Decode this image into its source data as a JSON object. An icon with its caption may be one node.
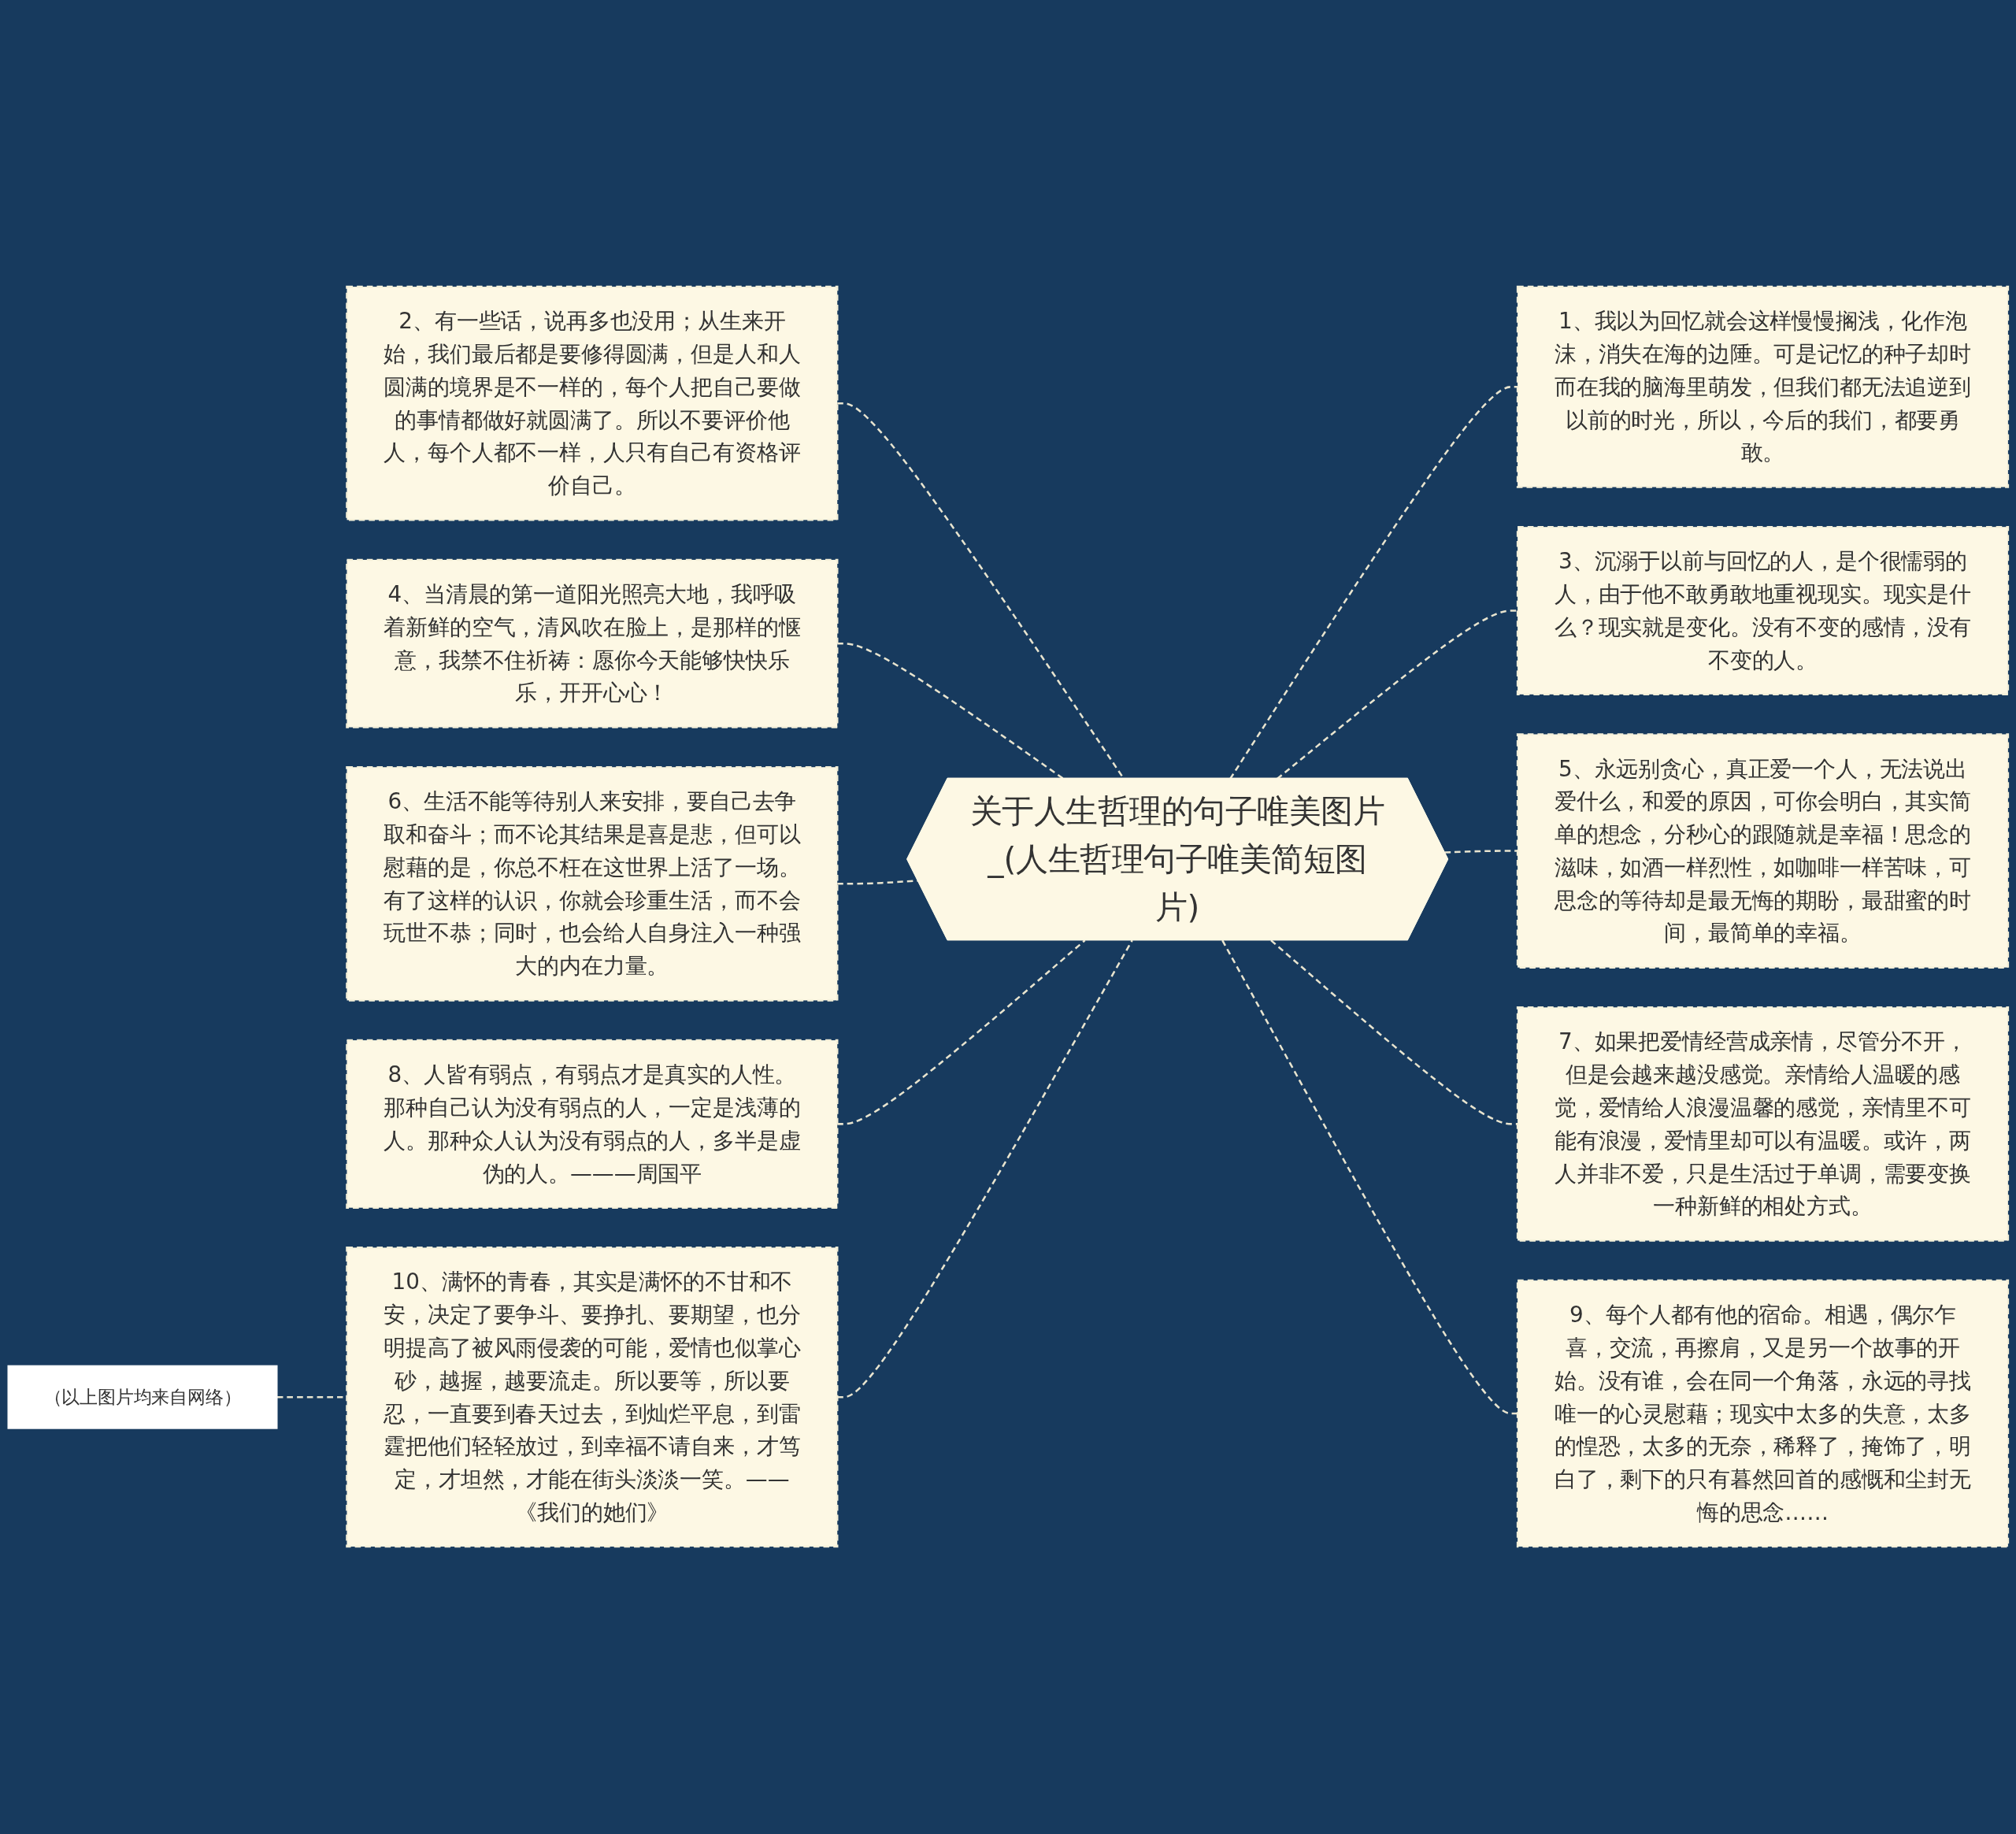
{
  "diagram": {
    "nodes": [
      {
        "text": [
          "关于人生哲理的句子唯美图片_(人生哲理句子唯美简短图片)"
        ]
      },
      {
        "text": [
          "1、我以为回忆就会这样慢慢搁浅，化作泡沫，消失在海的边陲。可是记忆的种子却时而在我的脑海里萌发，但我们都无法追逆到以前的时光，所以，今后的我们，都要勇敢。"
        ]
      },
      {
        "text": [
          "2、有一些话，说再多也没用；从生来开始，我们最后都是要修得圆满，但是人和人圆满的境界是不一样的，每个人把自己要做的事情都做好就圆满了。所以不要评价他人，每个人都不一样，人只有自己有资格评价自己。"
        ]
      },
      {
        "text": [
          "3、沉溺于以前与回忆的人，是个很懦弱的人，由于他不敢勇敢地重视现实。现实是什么？现实就是变化。没有不变的感情，没有不变的人。"
        ]
      },
      {
        "text": [
          "4、当清晨的第一道阳光照亮大地，我呼吸着新鲜的空气，清风吹在脸上，是那样的惬意，我禁不住祈祷：愿你今天能够快快乐乐，开开心心！"
        ]
      },
      {
        "text": [
          "5、永远别贪心，真正爱一个人，无法说出爱什么，和爱的原因，可你会明白，其实简单的想念，分秒心的跟随就是幸福！思念的滋味，如酒一样烈性，如咖啡一样苦味，可思念的等待却是最无悔的期盼，最甜蜜的时间，最简单的幸福。"
        ]
      },
      {
        "text": [
          "6、生活不能等待别人来安排，要自己去争取和奋斗；而不论其结果是喜是悲，但可以慰藉的是，你总不枉在这世界上活了一场。有了这样的认识，你就会珍重生活，而不会玩世不恭；同时，也会给人自身注入一种强大的内在力量。"
        ]
      },
      {
        "text": [
          "7、如果把爱情经营成亲情，尽管分不开，但是会越来越没感觉。亲情给人温暖的感觉，爱情给人浪漫温馨的感觉，亲情里不可能有浪漫，爱情里却可以有温暖。或许，两人并非不爱，只是生活过于单调，需要变换一种新鲜的相处方式。"
        ]
      },
      {
        "text": [
          "8、人皆有弱点，有弱点才是真实的人性。那种自己认为没有弱点的人，一定是浅薄的人。那种众人认为没有弱点的人，多半是虚伪的人。———周国平"
        ]
      },
      {
        "text": [
          "9、每个人都有他的宿命。相遇，偶尔乍喜，交流，再擦肩，又是另一个故事的开始。没有谁，会在同一个角落，永远的寻找唯一的心灵慰藉；现实中太多的失意，太多的惶恐，太多的无奈，稀释了，掩饰了，明白了，剩下的只有暮然回首的感慨和尘封无悔的思念……"
        ]
      },
      {
        "text": [
          "10、满怀的青春，其实是满怀的不甘和不安，决定了要争斗、要挣扎、要期望，也分明提高了被风雨侵袭的可能，爱情也似掌心砂，越握，越要流走。所以要等，所以要忍，一直要到春天过去，到灿烂平息，到雷霆把他们轻轻放过，到幸福不请自来，才笃定，才坦然，才能在街头淡淡一笑。——《我们的她们》"
        ]
      },
      {
        "text": [
          "（以上图片均来自网络）"
        ]
      }
    ],
    "edges": [
      {
        "from": 0,
        "to": 1,
        "arrow": "none",
        "style": "dashed"
      },
      {
        "from": 2,
        "to": 0,
        "arrow": "none",
        "style": "dashed"
      },
      {
        "from": 0,
        "to": 3,
        "arrow": "none",
        "style": "dashed"
      },
      {
        "from": 4,
        "to": 0,
        "arrow": "none",
        "style": "dashed"
      },
      {
        "from": 0,
        "to": 5,
        "arrow": "none",
        "style": "dashed"
      },
      {
        "from": 6,
        "to": 0,
        "arrow": "none",
        "style": "dashed"
      },
      {
        "from": 0,
        "to": 7,
        "arrow": "none",
        "style": "dashed"
      },
      {
        "from": 8,
        "to": 0,
        "arrow": "none",
        "style": "dashed"
      },
      {
        "from": 0,
        "to": 9,
        "arrow": "none",
        "style": "dashed"
      },
      {
        "from": 10,
        "to": 0,
        "arrow": "none",
        "style": "dashed"
      },
      {
        "from": 11,
        "to": 10,
        "arrow": "none",
        "style": "dashed"
      }
    ]
  }
}
